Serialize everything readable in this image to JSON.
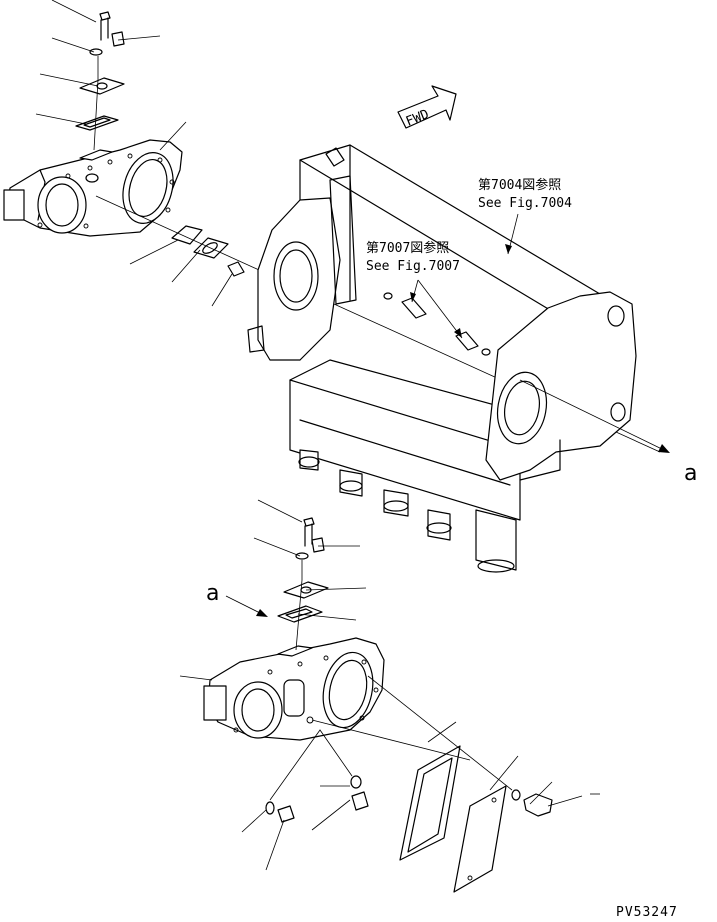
{
  "diagram": {
    "ref_upper": {
      "line1": "第7004図参照",
      "line2": "See Fig.7004"
    },
    "ref_middle": {
      "line1": "第7007図参照",
      "line2": "See Fig.7007"
    },
    "direction_arrow": {
      "label": "FWD"
    },
    "connector_right": "a",
    "connector_left": "a",
    "drawing_code": "PV53247"
  }
}
